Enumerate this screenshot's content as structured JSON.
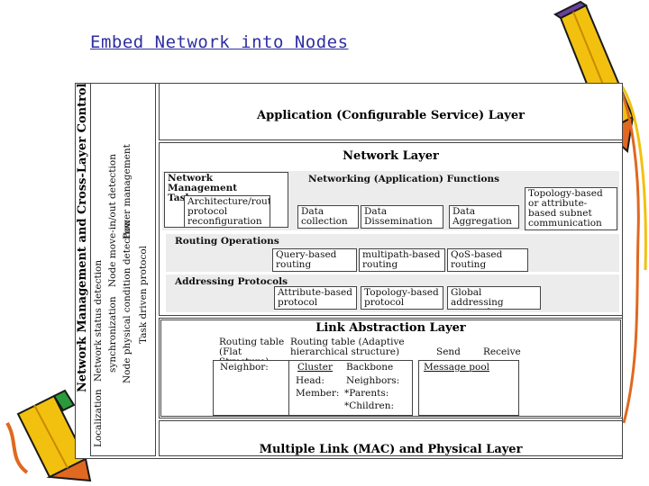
{
  "title": "Embed Network into Nodes",
  "side_panel": {
    "title": "Network Management and Cross-Layer Control",
    "columns": [
      [
        "Localization",
        "Network status detection"
      ],
      [
        "synchronization",
        "Node move-in/out detection"
      ],
      [
        "Node physical condition detection",
        "Power management"
      ],
      [
        "Task driven protocol"
      ]
    ]
  },
  "application_layer": {
    "label": "Application (Configurable Service) Layer"
  },
  "network_layer": {
    "label": "Network Layer",
    "mgmt_tasks": {
      "label": "Network Management Tasks",
      "item": "Architecture/routing protocol reconfiguration"
    },
    "functions": {
      "label": "Networking (Application) Functions",
      "items": [
        "Data collection",
        "Data Dissemination",
        "Data Aggregation"
      ]
    },
    "topology": "Topology-based or attribute-based subnet communication",
    "routing": {
      "label": "Routing Operations",
      "items": [
        "Query-based routing",
        "multipath-based routing",
        "QoS-based routing"
      ]
    },
    "addressing": {
      "label": "Addressing Protocols",
      "items": [
        "Attribute-based protocol",
        "Topology-based protocol",
        "Global addressing protocol"
      ]
    }
  },
  "link_layer": {
    "label": "Link Abstraction Layer",
    "table_flat": "Routing table (Flat Structure)",
    "table_hier": "Routing table (Adaptive hierarchical structure)",
    "send": "Send",
    "receive": "Receive",
    "neighbor": "Neighbor:",
    "cluster": "Cluster",
    "head": "Head:",
    "member": "Member:",
    "backbone": "Backbone",
    "neighbors": "Neighbors:",
    "parents": "*Parents:",
    "children": "*Children:",
    "message_pool": "Message pool"
  },
  "mac_layer": {
    "label": "Multiple Link (MAC) and Physical Layer"
  },
  "colors": {
    "title": "#2f2fa0",
    "pencil_body": "#f2c10f",
    "pencil_tip": "#e06820",
    "pencil_outline": "#1a1a1a",
    "band": "#ececec"
  },
  "icons": [
    "pencil-top-right",
    "pencil-bottom-left"
  ]
}
